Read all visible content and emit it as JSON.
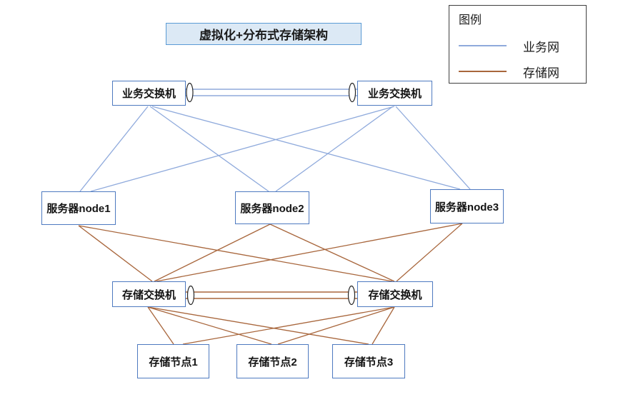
{
  "title": "虚拟化+分布式存储架构",
  "legend": {
    "title": "图例",
    "items": [
      {
        "label": "业务网",
        "color": "#8FAADC"
      },
      {
        "label": "存储网",
        "color": "#A8663C"
      }
    ]
  },
  "nodes": {
    "business_switches": [
      {
        "id": "bsw_left",
        "label": "业务交换机"
      },
      {
        "id": "bsw_right",
        "label": "业务交换机"
      }
    ],
    "servers": [
      {
        "id": "srv1",
        "label": "服务器node1"
      },
      {
        "id": "srv2",
        "label": "服务器node2"
      },
      {
        "id": "srv3",
        "label": "服务器node3"
      }
    ],
    "storage_switches": [
      {
        "id": "ssw_left",
        "label": "存储交换机"
      },
      {
        "id": "ssw_right",
        "label": "存储交换机"
      }
    ],
    "storage_nodes": [
      {
        "id": "sn1",
        "label": "存储节点1"
      },
      {
        "id": "sn2",
        "label": "存储节点2"
      },
      {
        "id": "sn3",
        "label": "存储节点3"
      }
    ]
  },
  "connections": {
    "business_network": [
      [
        "bsw_left",
        "srv1"
      ],
      [
        "bsw_left",
        "srv2"
      ],
      [
        "bsw_left",
        "srv3"
      ],
      [
        "bsw_right",
        "srv1"
      ],
      [
        "bsw_right",
        "srv2"
      ],
      [
        "bsw_right",
        "srv3"
      ]
    ],
    "storage_network": [
      [
        "srv1",
        "ssw_left"
      ],
      [
        "srv1",
        "ssw_right"
      ],
      [
        "srv2",
        "ssw_left"
      ],
      [
        "srv2",
        "ssw_right"
      ],
      [
        "srv3",
        "ssw_left"
      ],
      [
        "srv3",
        "ssw_right"
      ],
      [
        "ssw_left",
        "sn1"
      ],
      [
        "ssw_left",
        "sn2"
      ],
      [
        "ssw_left",
        "sn3"
      ],
      [
        "ssw_right",
        "sn1"
      ],
      [
        "ssw_right",
        "sn2"
      ],
      [
        "ssw_right",
        "sn3"
      ]
    ],
    "trunks": [
      [
        "bsw_left",
        "bsw_right"
      ],
      [
        "ssw_left",
        "ssw_right"
      ]
    ]
  },
  "colors": {
    "business_line": "#8FAADC",
    "storage_line": "#A8663C",
    "node_border": "#4E7AC0",
    "title_fill": "#DCE9F5",
    "title_border": "#5B9BD5",
    "legend_border": "#3F3F3F"
  }
}
